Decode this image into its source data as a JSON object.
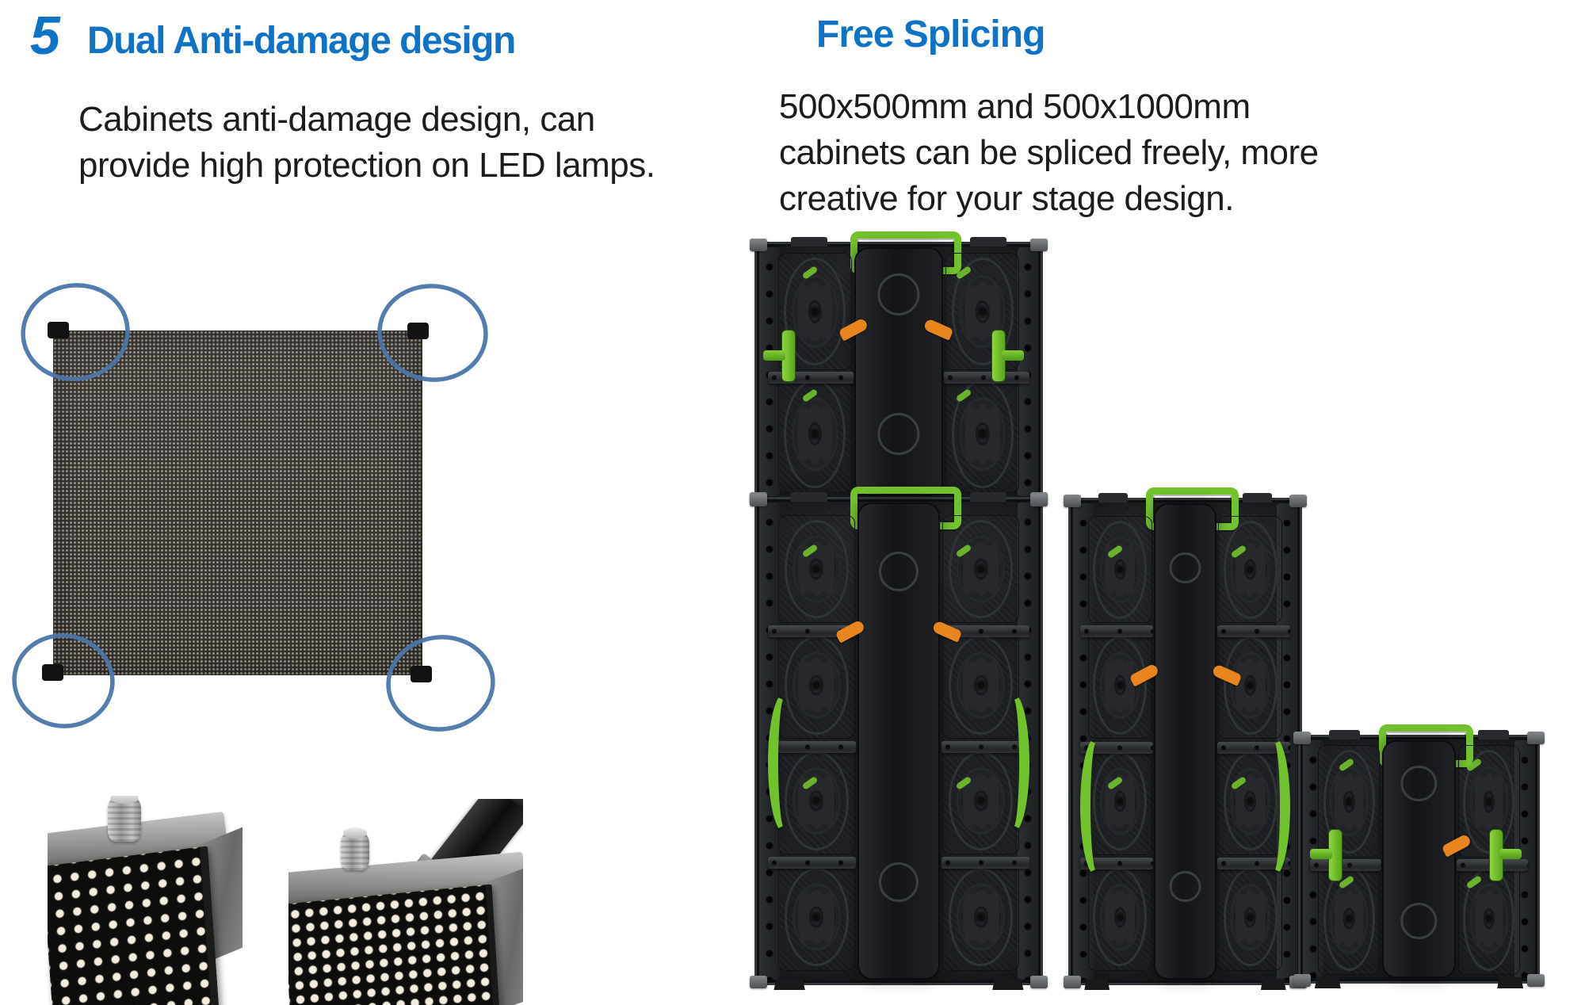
{
  "colors": {
    "accent_blue": "#0e73c6",
    "text_ink": "#1c1c1c",
    "circle_stroke": "#4a76a8",
    "cabinet_green": "#72c22d",
    "clip_orange": "#e8851e"
  },
  "left_section": {
    "number": "5",
    "title": "Dual Anti-damage design",
    "body_lines": [
      "Cabinets anti-damage design, can",
      "provide high protection on LED lamps."
    ]
  },
  "right_section": {
    "title": "Free Splicing",
    "body_lines": [
      "500x500mm and 500x1000mm",
      "cabinets can be spliced freely, more",
      "creative for your stage design."
    ]
  }
}
